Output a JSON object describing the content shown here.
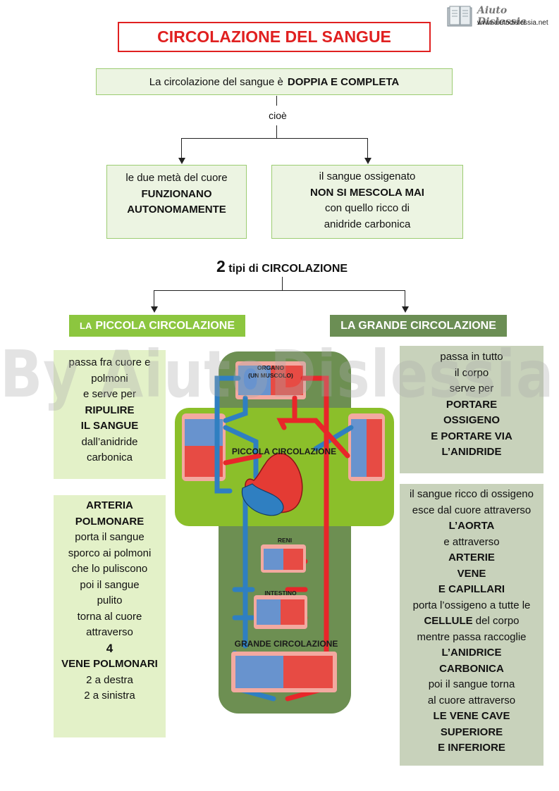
{
  "title": "CIRCOLAZIONE DEL SANGUE",
  "logo": {
    "name": "Aiuto Dislessia",
    "url": "www.aiutodislessia.net"
  },
  "intro": {
    "text": "La circolazione del sangue  è",
    "bold": "DOPPIA E COMPLETA"
  },
  "connector": "cioè",
  "left_box": {
    "line1": "le due metà del cuore",
    "bold1": "FUNZIONANO",
    "bold2": "AUTONOMAMENTE"
  },
  "right_box": {
    "line1": "il sangue ossigenato",
    "bold1": "NON SI MESCOLA MAI",
    "line2": "con quello ricco di",
    "line3": "anidride  carbonica"
  },
  "types": {
    "number": "2",
    "label": "tipi di CIRCOLAZIONE"
  },
  "piccola_header": {
    "prefix": "LA",
    "label": "PICCOLA CIRCOLAZIONE"
  },
  "grande_header": "LA GRANDE CIRCOLAZIONE",
  "piccola_box1": [
    "passa fra cuore e",
    "polmoni",
    "e serve per",
    "RIPULIRE",
    "IL SANGUE",
    "dall’anidride",
    "carbonica"
  ],
  "piccola_box2": [
    "ARTERIA",
    "POLMONARE",
    "porta il sangue",
    "sporco ai polmoni",
    "che lo puliscono",
    "poi il sangue",
    "pulito",
    "torna al cuore",
    "attraverso",
    "4",
    "VENE POLMONARI",
    "2 a destra",
    "2 a sinistra"
  ],
  "grande_box1": [
    "passa in tutto",
    "il corpo",
    "serve per",
    "PORTARE",
    "OSSIGENO",
    "E PORTARE VIA",
    "L’ANIDRIDE"
  ],
  "grande_box2": [
    "il sangue ricco di ossigeno",
    "esce dal cuore attraverso",
    "L’AORTA",
    "e attraverso",
    "ARTERIE",
    "VENE",
    "E CAPILLARI",
    "porta l’ossigeno a tutte le",
    "CELLULE del corpo",
    "mentre passa raccoglie",
    "L’ANIDRICE",
    "CARBONICA",
    "poi il sangue torna",
    "al cuore attraverso",
    "LE VENE  CAVE",
    "SUPERIORE",
    "E  INFERIORE"
  ],
  "diagram": {
    "organ_label_1": "ORGANO",
    "organ_label_2": "(UN MUSCOLO)",
    "small_label": "PICCOLA  CIRCOLAZIONE",
    "reni_label": "RENI",
    "intestino_label": "INTESTINO",
    "grande_label": "GRANDE  CIRCOLAZIONE"
  },
  "watermark": "By AiutoDislessia.net",
  "colors": {
    "title_red": "#e02020",
    "piccola_green": "#8cc63f",
    "grande_green": "#6b8e54",
    "arterial_red": "#e8262a",
    "venous_blue": "#2f7fc1"
  }
}
